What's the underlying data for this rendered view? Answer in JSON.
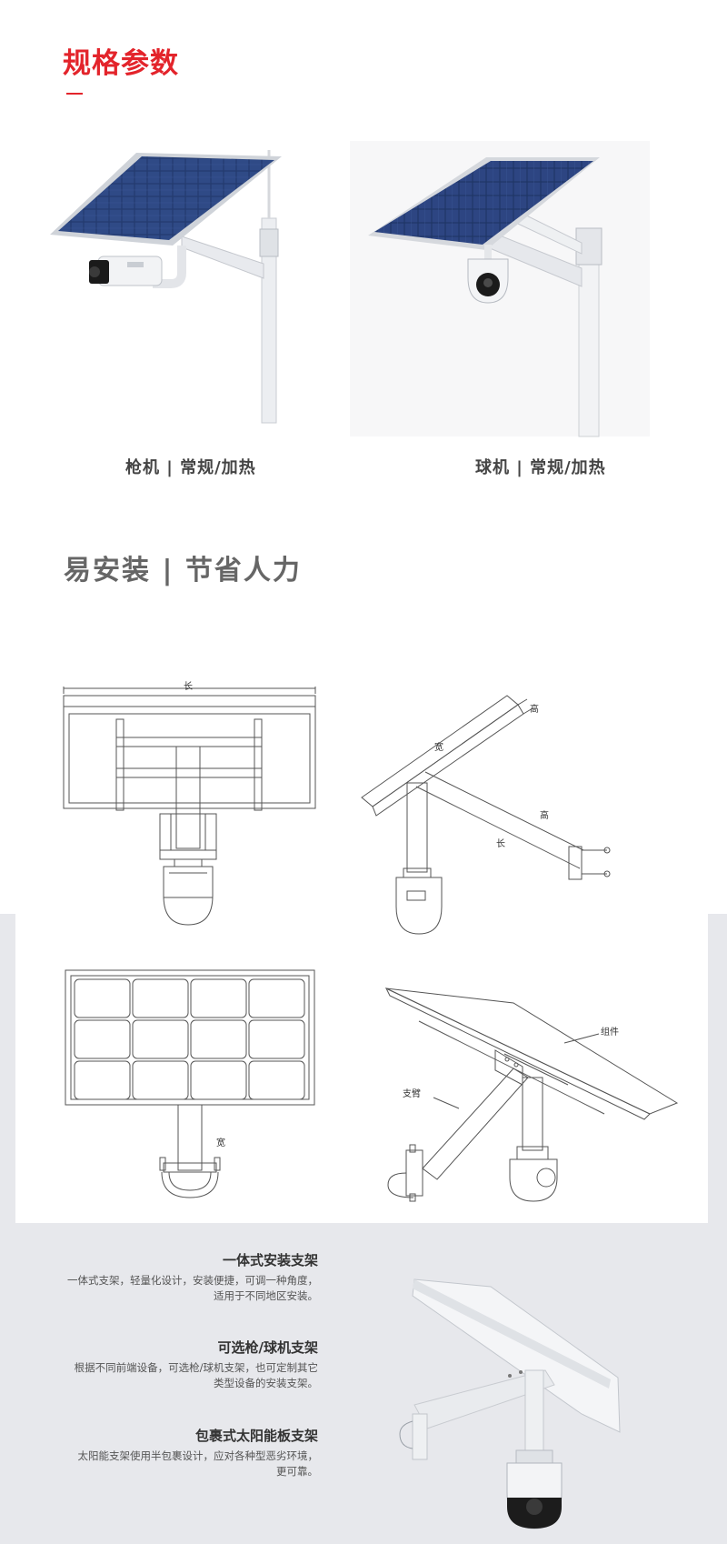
{
  "header": {
    "title": "规格参数"
  },
  "products": [
    {
      "caption": "枪机 | 常规/加热"
    },
    {
      "caption": "球机 | 常规/加热"
    }
  ],
  "install": {
    "title": "易安装 | 节省人力",
    "labels": {
      "length": "长",
      "height": "高",
      "width": "宽",
      "component": "组件",
      "arm": "支臂"
    }
  },
  "features": [
    {
      "title": "一体式安装支架",
      "desc_line1": "一体式支架，轻量化设计，安装便捷，可调一种角度，",
      "desc_line2": "适用于不同地区安装。"
    },
    {
      "title": "可选枪/球机支架",
      "desc_line1": "根据不同前端设备，可选枪/球机支架，也可定制其它",
      "desc_line2": "类型设备的安装支架。"
    },
    {
      "title": "包裹式太阳能板支架",
      "desc_line1": "太阳能支架使用半包裹设计，应对各种型恶劣环境，",
      "desc_line2": "更可靠。"
    }
  ],
  "colors": {
    "accent": "#e3242b",
    "panel_blue": "#1f3566",
    "band_gray": "#e7e8ec"
  }
}
